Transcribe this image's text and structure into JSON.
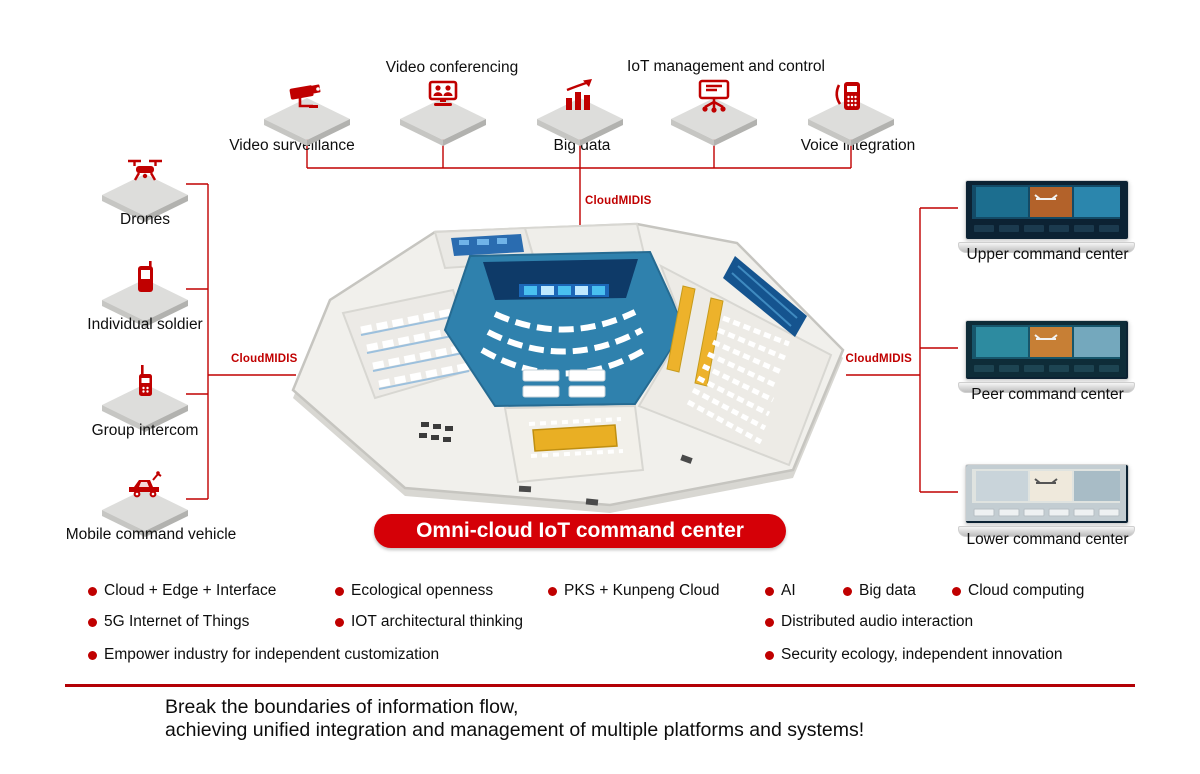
{
  "colors": {
    "accent_red": "#c00000",
    "banner_red": "#d50007",
    "hall_blue": "#2f81ad"
  },
  "top_services": {
    "cloudmidis": "CloudMIDIS",
    "items": [
      {
        "label": "Video surveillance",
        "icon": "cctv-camera-icon"
      },
      {
        "label": "Video conferencing",
        "icon": "video-conference-icon"
      },
      {
        "label": "Big data",
        "icon": "bar-chart-icon"
      },
      {
        "label": "IoT management and control",
        "icon": "iot-control-monitor-icon"
      },
      {
        "label": "Voice integration",
        "icon": "voice-phone-icon"
      }
    ]
  },
  "left_devices": {
    "cloudmidis": "CloudMIDIS",
    "items": [
      {
        "label": "Drones",
        "icon": "drone-icon"
      },
      {
        "label": "Individual soldier",
        "icon": "soldier-device-icon"
      },
      {
        "label": "Group intercom",
        "icon": "intercom-icon"
      },
      {
        "label": "Mobile command vehicle",
        "icon": "command-vehicle-icon"
      }
    ]
  },
  "right_centers": {
    "cloudmidis": "CloudMIDIS",
    "items": [
      {
        "label": "Upper command center"
      },
      {
        "label": "Peer command center"
      },
      {
        "label": "Lower command center"
      }
    ]
  },
  "center": {
    "banner": "Omni-cloud IoT command center"
  },
  "features": {
    "row1": [
      "Cloud + Edge + Interface",
      "Ecological openness",
      "PKS + Kunpeng Cloud",
      "AI",
      "Big data",
      "Cloud computing"
    ],
    "row2": [
      "5G Internet of Things",
      "IOT architectural thinking",
      "Distributed audio interaction"
    ],
    "row3": [
      "Empower industry for independent customization",
      "Security ecology, independent innovation"
    ]
  },
  "footer": {
    "line1": "Break the boundaries of information flow,",
    "line2": "achieving unified integration and management of multiple platforms and systems!"
  }
}
